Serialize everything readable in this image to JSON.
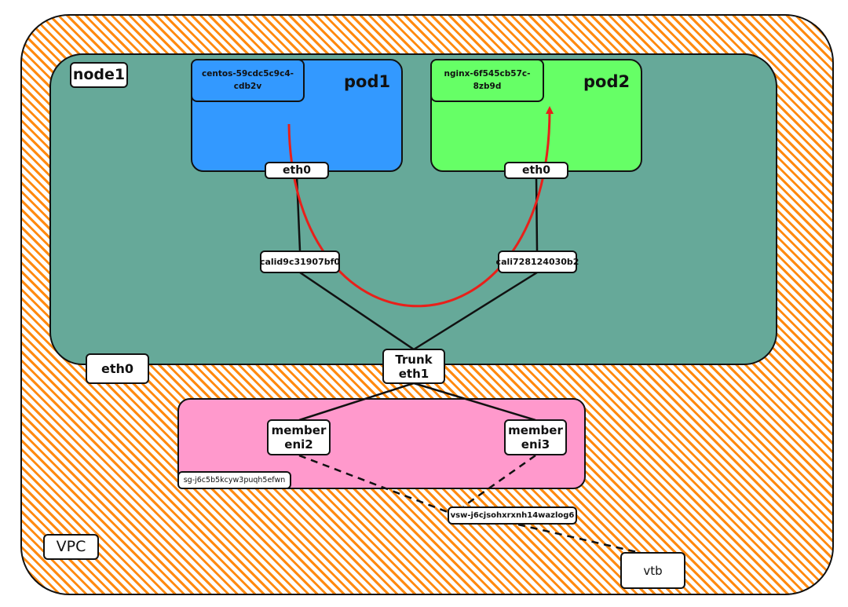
{
  "vpc": {
    "label": "VPC",
    "fill": "#ff8a10"
  },
  "node1": {
    "label": "node1",
    "fill": "#66a999",
    "eth0_label": "eth0"
  },
  "pod1": {
    "title": "pod1",
    "name_line1": "centos-59cdc5c9c4-",
    "name_line2": "cdb2v",
    "eth0_label": "eth0",
    "fill": "#3399ff"
  },
  "pod2": {
    "title": "pod2",
    "name_line1": "nginx-6f545cb57c-",
    "name_line2": "8zb9d",
    "eth0_label": "eth0",
    "fill": "#66ff66"
  },
  "cali_left": "calid9c31907bf0",
  "cali_right": "cali728124030b2",
  "trunk": {
    "line1": "Trunk",
    "line2": "eth1"
  },
  "sg": {
    "label": "sg-j6c5b5kcyw3puqh5efwn",
    "fill": "#ff99cc"
  },
  "eni2": {
    "line1": "member",
    "line2": "eni2"
  },
  "eni3": {
    "line1": "member",
    "line2": "eni3"
  },
  "vsw": {
    "label": "vsw-j6cjsohxrxnh14wazlog6"
  },
  "vtb": {
    "label": "vtb"
  },
  "colors": {
    "flow_arrow": "#e8201a",
    "line": "#111111"
  }
}
